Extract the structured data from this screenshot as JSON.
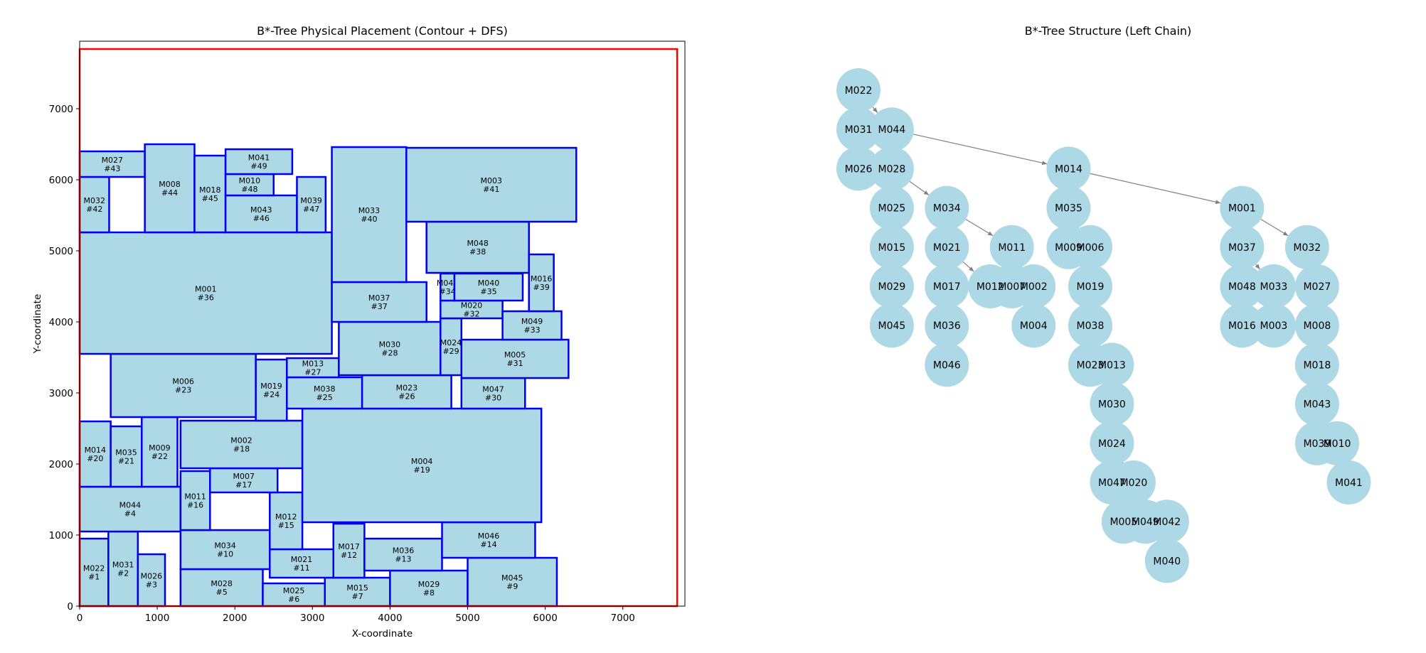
{
  "chart_data": [
    {
      "type": "placement",
      "title": "B*-Tree Physical Placement (Contour + DFS)",
      "xlabel": "X-coordinate",
      "ylabel": "Y-coordinate",
      "xlim": [
        0,
        7800
      ],
      "ylim": [
        0,
        7950
      ],
      "xticks": [
        0,
        1000,
        2000,
        3000,
        4000,
        5000,
        6000,
        7000
      ],
      "yticks": [
        0,
        1000,
        2000,
        3000,
        4000,
        5000,
        6000,
        7000
      ],
      "outline": {
        "x": 0,
        "y": 0,
        "w": 7700,
        "h": 7840,
        "color": "#ff0000"
      },
      "blocks": [
        {
          "name": "M022",
          "order": "#1",
          "x": 0,
          "y": 0,
          "w": 370,
          "h": 950
        },
        {
          "name": "M031",
          "order": "#2",
          "x": 370,
          "y": 0,
          "w": 380,
          "h": 1050
        },
        {
          "name": "M026",
          "order": "#3",
          "x": 750,
          "y": 0,
          "w": 350,
          "h": 730
        },
        {
          "name": "M044",
          "order": "#4",
          "x": 0,
          "y": 1050,
          "w": 1300,
          "h": 630
        },
        {
          "name": "M028",
          "order": "#5",
          "x": 1300,
          "y": 0,
          "w": 1060,
          "h": 520
        },
        {
          "name": "M025",
          "order": "#6",
          "x": 2360,
          "y": 0,
          "w": 800,
          "h": 320
        },
        {
          "name": "M015",
          "order": "#7",
          "x": 3160,
          "y": 0,
          "w": 840,
          "h": 400
        },
        {
          "name": "M029",
          "order": "#8",
          "x": 4000,
          "y": 0,
          "w": 1000,
          "h": 500
        },
        {
          "name": "M045",
          "order": "#9",
          "x": 5000,
          "y": 0,
          "w": 1150,
          "h": 680
        },
        {
          "name": "M034",
          "order": "#10",
          "x": 1300,
          "y": 520,
          "w": 1150,
          "h": 550
        },
        {
          "name": "M021",
          "order": "#11",
          "x": 2450,
          "y": 400,
          "w": 820,
          "h": 400
        },
        {
          "name": "M017",
          "order": "#12",
          "x": 3270,
          "y": 400,
          "w": 400,
          "h": 760
        },
        {
          "name": "M036",
          "order": "#13",
          "x": 3670,
          "y": 500,
          "w": 1000,
          "h": 450
        },
        {
          "name": "M046",
          "order": "#14",
          "x": 4670,
          "y": 680,
          "w": 1200,
          "h": 500
        },
        {
          "name": "M012",
          "order": "#15",
          "x": 2450,
          "y": 800,
          "w": 420,
          "h": 800
        },
        {
          "name": "M011",
          "order": "#16",
          "x": 1300,
          "y": 1070,
          "w": 380,
          "h": 830
        },
        {
          "name": "M007",
          "order": "#17",
          "x": 1680,
          "y": 1600,
          "w": 870,
          "h": 340
        },
        {
          "name": "M002",
          "order": "#18",
          "x": 1300,
          "y": 1940,
          "w": 1570,
          "h": 670
        },
        {
          "name": "M004",
          "order": "#19",
          "x": 2870,
          "y": 1180,
          "w": 3080,
          "h": 1600
        },
        {
          "name": "M014",
          "order": "#20",
          "x": 0,
          "y": 1680,
          "w": 400,
          "h": 920
        },
        {
          "name": "M035",
          "order": "#21",
          "x": 400,
          "y": 1680,
          "w": 400,
          "h": 850
        },
        {
          "name": "M009",
          "order": "#22",
          "x": 800,
          "y": 1680,
          "w": 460,
          "h": 980
        },
        {
          "name": "M006",
          "order": "#23",
          "x": 400,
          "y": 2660,
          "w": 1870,
          "h": 890
        },
        {
          "name": "M019",
          "order": "#24",
          "x": 2270,
          "y": 2610,
          "w": 400,
          "h": 860
        },
        {
          "name": "M038",
          "order": "#25",
          "x": 2670,
          "y": 2780,
          "w": 970,
          "h": 440
        },
        {
          "name": "M023",
          "order": "#26",
          "x": 3640,
          "y": 2780,
          "w": 1150,
          "h": 470
        },
        {
          "name": "M013",
          "order": "#27",
          "x": 2670,
          "y": 3220,
          "w": 670,
          "h": 270
        },
        {
          "name": "M030",
          "order": "#28",
          "x": 3340,
          "y": 3250,
          "w": 1310,
          "h": 750
        },
        {
          "name": "M024",
          "order": "#29",
          "x": 4650,
          "y": 3250,
          "w": 270,
          "h": 800
        },
        {
          "name": "M047",
          "order": "#30",
          "x": 4920,
          "y": 2780,
          "w": 820,
          "h": 430
        },
        {
          "name": "M005",
          "order": "#31",
          "x": 4920,
          "y": 3210,
          "w": 1380,
          "h": 540
        },
        {
          "name": "M020",
          "order": "#32",
          "x": 4650,
          "y": 4050,
          "w": 800,
          "h": 250
        },
        {
          "name": "M049",
          "order": "#33",
          "x": 5450,
          "y": 3750,
          "w": 760,
          "h": 400
        },
        {
          "name": "M042",
          "order": "#34",
          "x": 4650,
          "y": 4300,
          "w": 180,
          "h": 380
        },
        {
          "name": "M040",
          "order": "#35",
          "x": 4830,
          "y": 4300,
          "w": 880,
          "h": 380
        },
        {
          "name": "M001",
          "order": "#36",
          "x": 0,
          "y": 3550,
          "w": 3250,
          "h": 1710
        },
        {
          "name": "M037",
          "order": "#37",
          "x": 3250,
          "y": 4000,
          "w": 1220,
          "h": 560
        },
        {
          "name": "M048",
          "order": "#38",
          "x": 4470,
          "y": 4690,
          "w": 1320,
          "h": 720
        },
        {
          "name": "M016",
          "order": "#39",
          "x": 5790,
          "y": 4150,
          "w": 320,
          "h": 800
        },
        {
          "name": "M033",
          "order": "#40",
          "x": 3250,
          "y": 4560,
          "w": 960,
          "h": 1900
        },
        {
          "name": "M003",
          "order": "#41",
          "x": 4210,
          "y": 5410,
          "w": 2190,
          "h": 1040
        },
        {
          "name": "M032",
          "order": "#42",
          "x": 0,
          "y": 5260,
          "w": 380,
          "h": 780
        },
        {
          "name": "M027",
          "order": "#43",
          "x": 0,
          "y": 6040,
          "w": 840,
          "h": 360
        },
        {
          "name": "M008",
          "order": "#44",
          "x": 840,
          "y": 5260,
          "w": 640,
          "h": 1240
        },
        {
          "name": "M018",
          "order": "#45",
          "x": 1480,
          "y": 5260,
          "w": 400,
          "h": 1080
        },
        {
          "name": "M043",
          "order": "#46",
          "x": 1880,
          "y": 5260,
          "w": 920,
          "h": 520
        },
        {
          "name": "M039",
          "order": "#47",
          "x": 2800,
          "y": 5260,
          "w": 370,
          "h": 780
        },
        {
          "name": "M010",
          "order": "#48",
          "x": 1880,
          "y": 5780,
          "w": 620,
          "h": 300
        },
        {
          "name": "M041",
          "order": "#49",
          "x": 1880,
          "y": 6080,
          "w": 860,
          "h": 350
        }
      ]
    },
    {
      "type": "tree",
      "title": "B*-Tree Structure (Left Chain)",
      "nodes": [
        {
          "name": "M022",
          "col": 0,
          "row": 0
        },
        {
          "name": "M031",
          "col": 0,
          "row": 1
        },
        {
          "name": "M044",
          "col": 1,
          "row": 1
        },
        {
          "name": "M026",
          "col": 0,
          "row": 2
        },
        {
          "name": "M028",
          "col": 1,
          "row": 2
        },
        {
          "name": "M025",
          "col": 1,
          "row": 3
        },
        {
          "name": "M015",
          "col": 1,
          "row": 4
        },
        {
          "name": "M029",
          "col": 1,
          "row": 5
        },
        {
          "name": "M045",
          "col": 1,
          "row": 6
        },
        {
          "name": "M034",
          "col": 2.65,
          "row": 3
        },
        {
          "name": "M021",
          "col": 2.65,
          "row": 4
        },
        {
          "name": "M017",
          "col": 2.65,
          "row": 5
        },
        {
          "name": "M036",
          "col": 2.65,
          "row": 6
        },
        {
          "name": "M046",
          "col": 2.65,
          "row": 7
        },
        {
          "name": "M011",
          "col": 4.6,
          "row": 4
        },
        {
          "name": "M012",
          "col": 3.95,
          "row": 5
        },
        {
          "name": "M007",
          "col": 4.6,
          "row": 5
        },
        {
          "name": "M002",
          "col": 5.25,
          "row": 5
        },
        {
          "name": "M004",
          "col": 5.25,
          "row": 6
        },
        {
          "name": "M014",
          "col": 6.3,
          "row": 2
        },
        {
          "name": "M035",
          "col": 6.3,
          "row": 3
        },
        {
          "name": "M009",
          "col": 6.3,
          "row": 4
        },
        {
          "name": "M006",
          "col": 6.95,
          "row": 4
        },
        {
          "name": "M019",
          "col": 6.95,
          "row": 5
        },
        {
          "name": "M038",
          "col": 6.95,
          "row": 6
        },
        {
          "name": "M023",
          "col": 6.95,
          "row": 7
        },
        {
          "name": "M013",
          "col": 7.6,
          "row": 7
        },
        {
          "name": "M030",
          "col": 7.6,
          "row": 8
        },
        {
          "name": "M024",
          "col": 7.6,
          "row": 9
        },
        {
          "name": "M047",
          "col": 7.6,
          "row": 10
        },
        {
          "name": "M020",
          "col": 8.25,
          "row": 10
        },
        {
          "name": "M005",
          "col": 7.95,
          "row": 11
        },
        {
          "name": "M049",
          "col": 8.6,
          "row": 11
        },
        {
          "name": "M042",
          "col": 9.25,
          "row": 11
        },
        {
          "name": "M040",
          "col": 9.25,
          "row": 12
        },
        {
          "name": "M001",
          "col": 11.5,
          "row": 3
        },
        {
          "name": "M037",
          "col": 11.5,
          "row": 4
        },
        {
          "name": "M048",
          "col": 11.5,
          "row": 5
        },
        {
          "name": "M033",
          "col": 12.45,
          "row": 5
        },
        {
          "name": "M016",
          "col": 11.5,
          "row": 6
        },
        {
          "name": "M003",
          "col": 12.45,
          "row": 6
        },
        {
          "name": "M032",
          "col": 13.45,
          "row": 4
        },
        {
          "name": "M027",
          "col": 13.75,
          "row": 5
        },
        {
          "name": "M008",
          "col": 13.75,
          "row": 6
        },
        {
          "name": "M018",
          "col": 13.75,
          "row": 7
        },
        {
          "name": "M043",
          "col": 13.75,
          "row": 8
        },
        {
          "name": "M039",
          "col": 13.75,
          "row": 9
        },
        {
          "name": "M010",
          "col": 14.35,
          "row": 9
        },
        {
          "name": "M041",
          "col": 14.7,
          "row": 10
        }
      ],
      "edges": [
        [
          "M022",
          "M044"
        ],
        [
          "M044",
          "M014"
        ],
        [
          "M028",
          "M034"
        ],
        [
          "M034",
          "M011"
        ],
        [
          "M021",
          "M012"
        ],
        [
          "M014",
          "M001"
        ],
        [
          "M024",
          "M020"
        ],
        [
          "M001",
          "M032"
        ],
        [
          "M037",
          "M033"
        ]
      ]
    }
  ]
}
